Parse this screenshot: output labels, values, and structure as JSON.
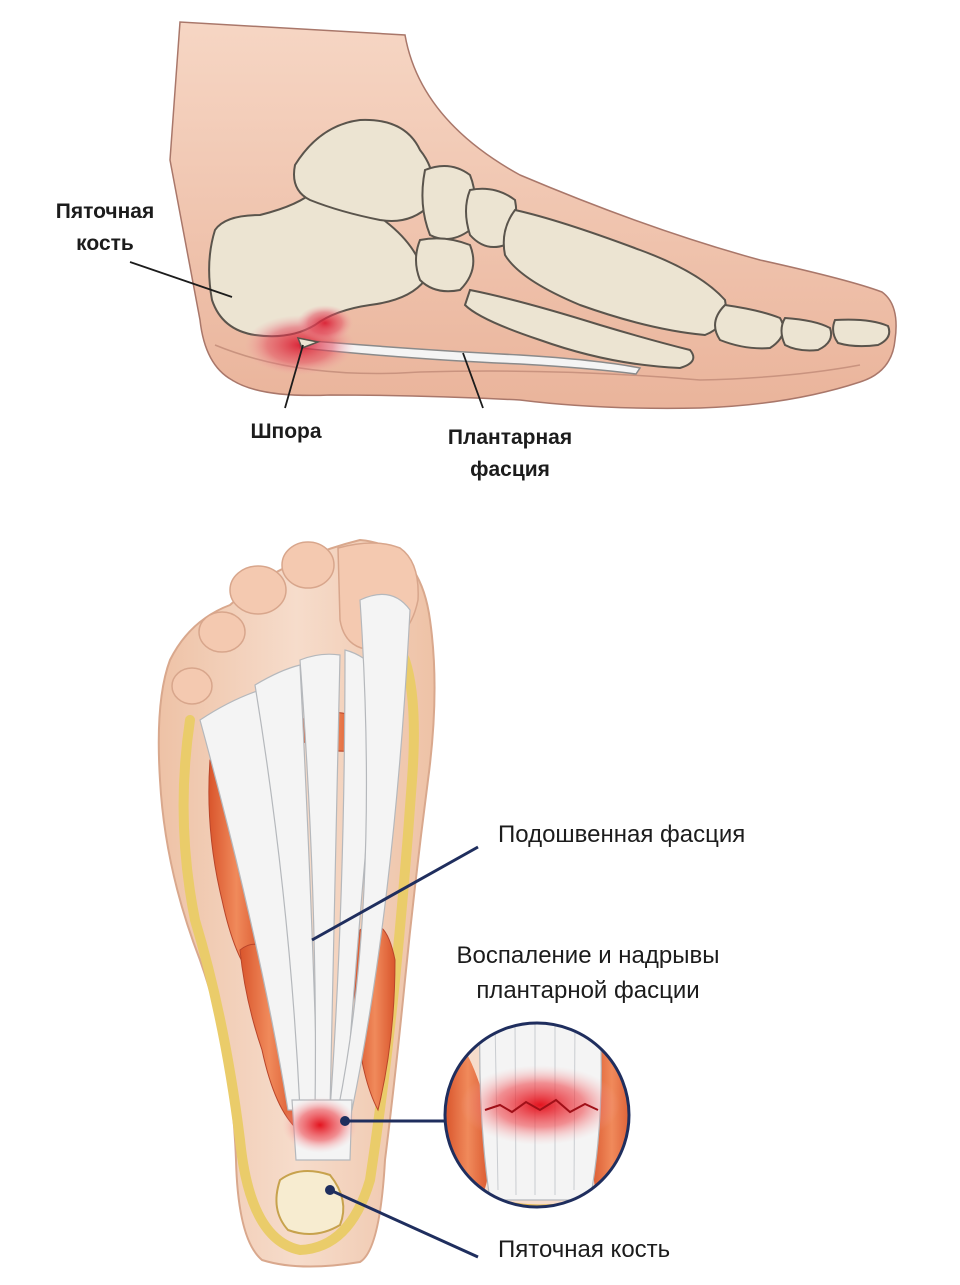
{
  "side_view": {
    "labels": {
      "calcaneus": [
        "Пяточная",
        "кость"
      ],
      "spur": "Шпора",
      "plantar_fascia": [
        "Плантарная",
        "фасция"
      ]
    }
  },
  "bottom_view": {
    "labels": {
      "plantar_fascia": "Подошвенная фасция",
      "inflammation": [
        "Воспаление и надрывы",
        "плантарной фасции"
      ],
      "calcaneus": "Пяточная кость"
    }
  },
  "colors": {
    "skin": "#f2c9b4",
    "bone": "#ece4d2",
    "inflammation": "#e3262a",
    "pointer": "#1f2e5e",
    "fascia": "#f4f4f4",
    "muscle": "#e2673a"
  }
}
